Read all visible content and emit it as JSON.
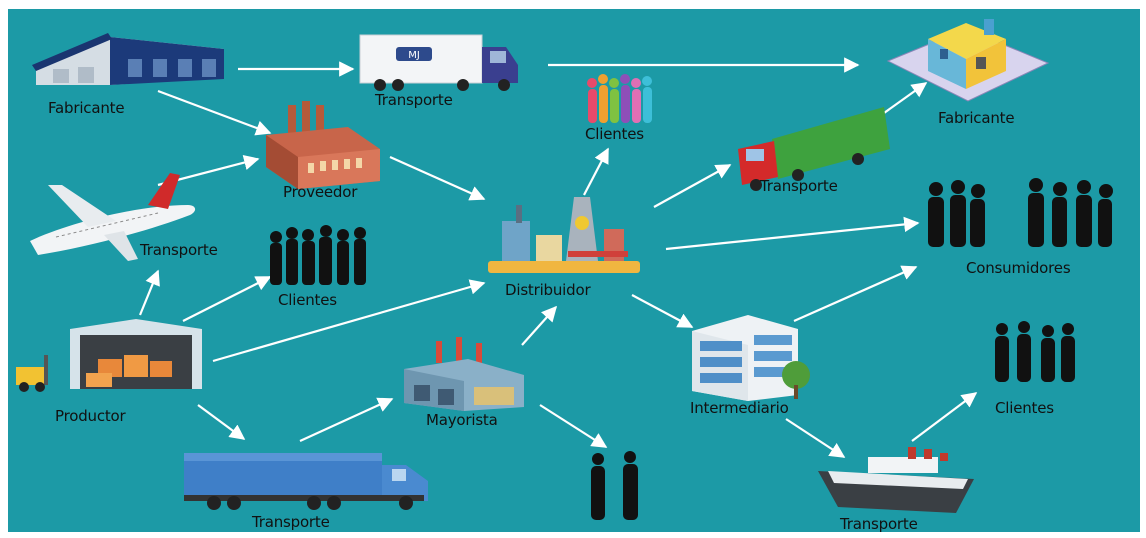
{
  "diagram": {
    "nodes": {
      "fabricante_left": "Fabricante",
      "transporte_top": "Transporte",
      "clientes_top": "Clientes",
      "fabricante_right": "Fabricante",
      "proveedor": "Proveedor",
      "transporte_red_truck": "Transporte",
      "transporte_plane": "Transporte",
      "consumidores": "Consumidores",
      "clientes_mid": "Clientes",
      "distribuidor": "Distribuidor",
      "productor": "Productor",
      "mayorista": "Mayorista",
      "intermediario": "Intermediario",
      "clientes_right": "Clientes",
      "transporte_bottom_truck": "Transporte",
      "transporte_ship": "Transporte"
    },
    "truck_logo": "MJ",
    "colors": {
      "background": "#1c9aa6",
      "arrow": "#ffffff",
      "silhouette": "#111111"
    }
  }
}
